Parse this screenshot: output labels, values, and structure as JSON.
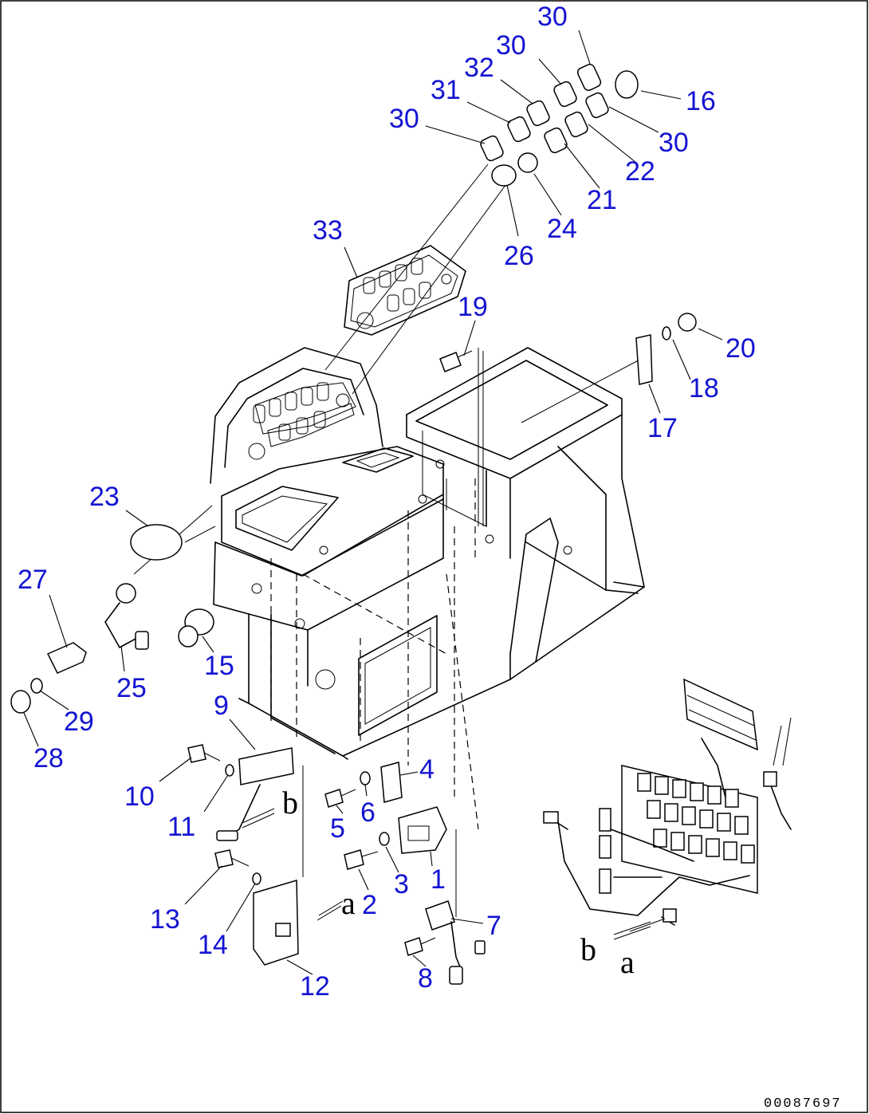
{
  "callouts": [
    {
      "id": "1",
      "text": "1"
    },
    {
      "id": "2",
      "text": "2"
    },
    {
      "id": "3",
      "text": "3"
    },
    {
      "id": "4",
      "text": "4"
    },
    {
      "id": "5",
      "text": "5"
    },
    {
      "id": "6",
      "text": "6"
    },
    {
      "id": "7",
      "text": "7"
    },
    {
      "id": "8",
      "text": "8"
    },
    {
      "id": "9",
      "text": "9"
    },
    {
      "id": "10",
      "text": "10"
    },
    {
      "id": "11",
      "text": "11"
    },
    {
      "id": "12",
      "text": "12"
    },
    {
      "id": "13",
      "text": "13"
    },
    {
      "id": "14",
      "text": "14"
    },
    {
      "id": "15",
      "text": "15"
    },
    {
      "id": "16",
      "text": "16"
    },
    {
      "id": "17",
      "text": "17"
    },
    {
      "id": "18",
      "text": "18"
    },
    {
      "id": "19",
      "text": "19"
    },
    {
      "id": "20",
      "text": "20"
    },
    {
      "id": "21",
      "text": "21"
    },
    {
      "id": "22",
      "text": "22"
    },
    {
      "id": "23",
      "text": "23"
    },
    {
      "id": "24",
      "text": "24"
    },
    {
      "id": "25",
      "text": "25"
    },
    {
      "id": "26",
      "text": "26"
    },
    {
      "id": "27",
      "text": "27"
    },
    {
      "id": "28",
      "text": "28"
    },
    {
      "id": "29",
      "text": "29"
    },
    {
      "id": "30a",
      "text": "30"
    },
    {
      "id": "30b",
      "text": "30"
    },
    {
      "id": "30c",
      "text": "30"
    },
    {
      "id": "30d",
      "text": "30"
    },
    {
      "id": "31",
      "text": "31"
    },
    {
      "id": "32",
      "text": "32"
    },
    {
      "id": "33",
      "text": "33"
    }
  ],
  "connector_letters": [
    {
      "id": "b-left",
      "text": "b"
    },
    {
      "id": "a-left",
      "text": "a"
    },
    {
      "id": "b-right",
      "text": "b"
    },
    {
      "id": "a-right",
      "text": "a"
    }
  ],
  "document_number": "00087697",
  "colors": {
    "callout": "#1414d2",
    "line": "#000000",
    "background": "#ffffff"
  }
}
